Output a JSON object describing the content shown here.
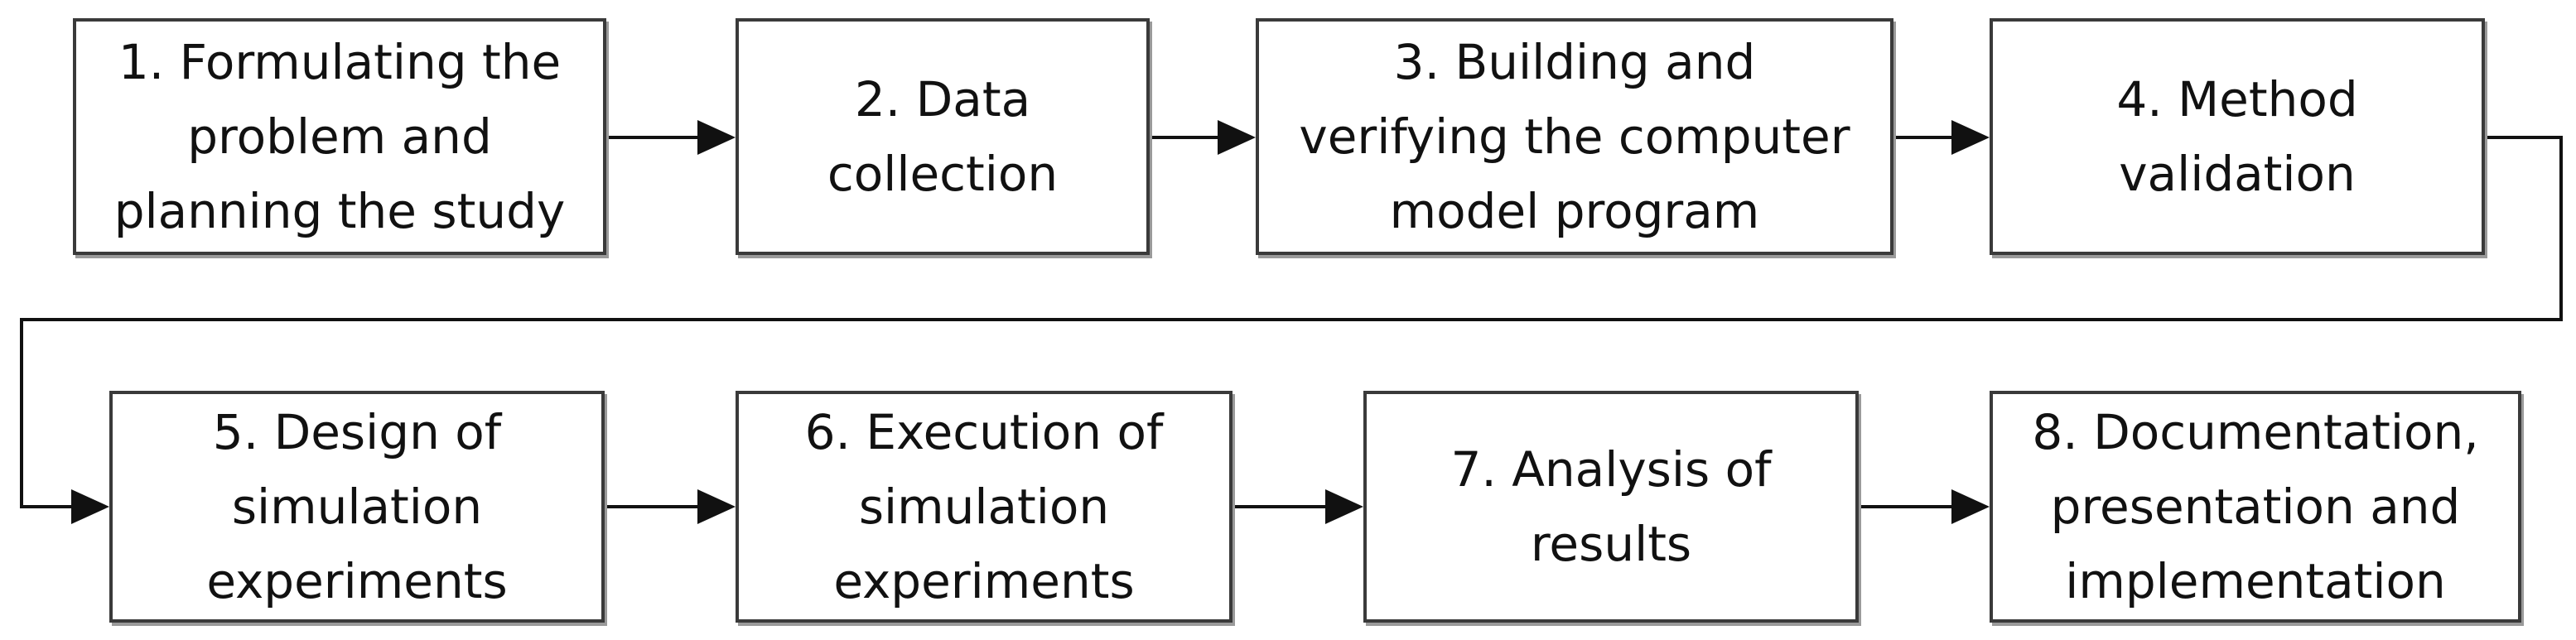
{
  "steps": [
    {
      "id": "s1",
      "label": "1. Formulating the\nproblem and\nplanning the study"
    },
    {
      "id": "s2",
      "label": "2. Data\ncollection"
    },
    {
      "id": "s3",
      "label": "3. Building and\nverifying the computer\nmodel program"
    },
    {
      "id": "s4",
      "label": "4. Method\nvalidation"
    },
    {
      "id": "s5",
      "label": "5. Design of\nsimulation\nexperiments"
    },
    {
      "id": "s6",
      "label": "6. Execution of\nsimulation\nexperiments"
    },
    {
      "id": "s7",
      "label": "7. Analysis of\nresults"
    },
    {
      "id": "s8",
      "label": "8. Documentation,\npresentation and\nimplementation"
    }
  ],
  "colors": {
    "stroke": "#3a3a3a",
    "arrow": "#111111",
    "shadow": "#9a9a9a"
  }
}
